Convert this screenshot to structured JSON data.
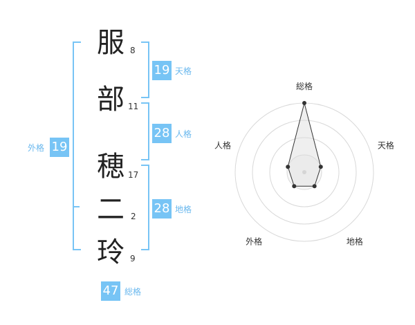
{
  "name": {
    "chars": [
      {
        "char": "服",
        "strokes": "8"
      },
      {
        "char": "部",
        "strokes": "11"
      },
      {
        "char": "穂",
        "strokes": "17"
      },
      {
        "char": "二",
        "strokes": "2"
      },
      {
        "char": "玲",
        "strokes": "9"
      }
    ]
  },
  "scores": {
    "tenkaku": {
      "value": "19",
      "label": "天格"
    },
    "jinkaku": {
      "value": "28",
      "label": "人格"
    },
    "chikaku": {
      "value": "28",
      "label": "地格"
    },
    "gaikaku": {
      "value": "19",
      "label": "外格"
    },
    "soukaku": {
      "value": "47",
      "label": "総格"
    }
  },
  "colors": {
    "accent": "#77c4f5",
    "accent_text": "#6ab8ee",
    "line": "#333333"
  },
  "chart_data": {
    "type": "radar",
    "axes": [
      "総格",
      "天格",
      "地格",
      "外格",
      "人格"
    ],
    "values": [
      4,
      1,
      1,
      1,
      1
    ],
    "range": [
      0,
      4
    ],
    "rings": 4,
    "grid": true
  }
}
